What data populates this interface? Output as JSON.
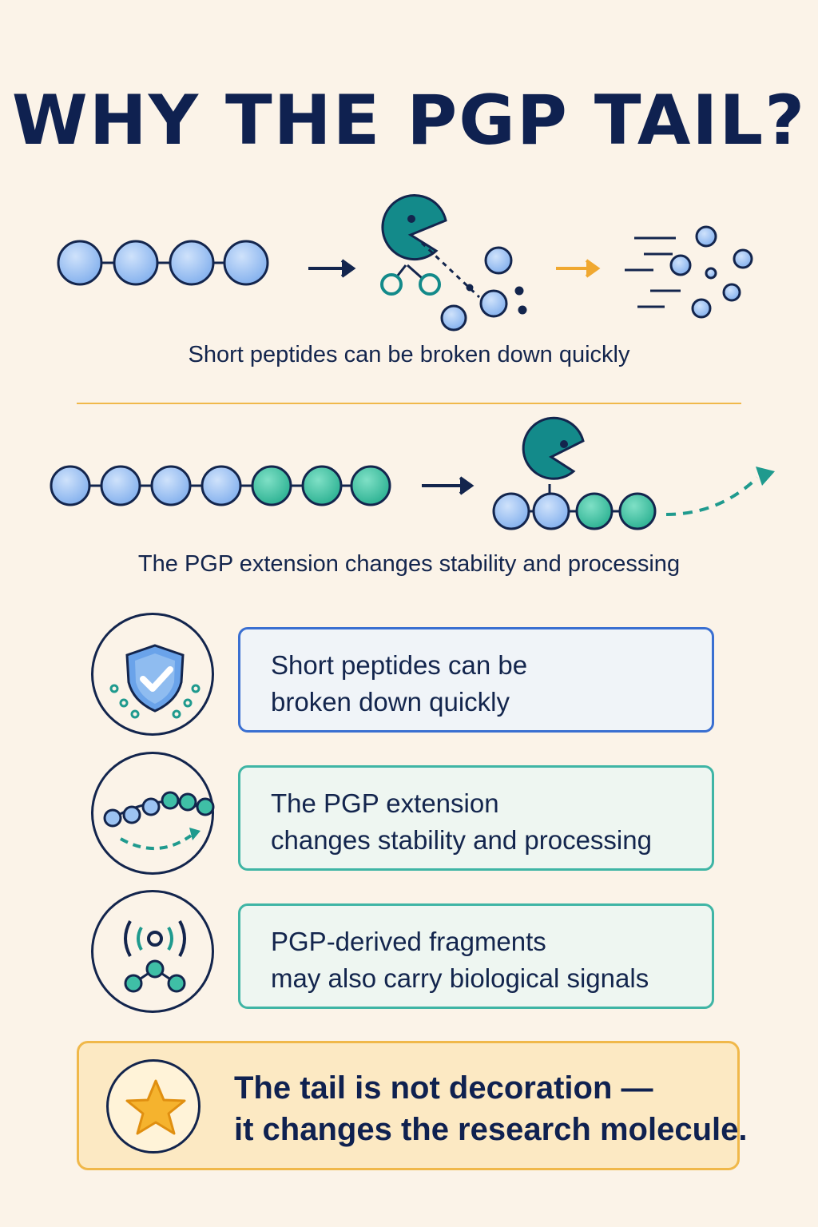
{
  "title": "WHY THE PGP TAIL?",
  "scene1": {
    "caption": "Short peptides can be broken down quickly"
  },
  "scene2": {
    "caption": "The PGP extension changes stability and processing"
  },
  "cards": [
    {
      "icon": "shield-check-icon",
      "style": "blue",
      "lines": [
        "Short peptides can be",
        "broken down quickly"
      ]
    },
    {
      "icon": "peptide-chain-arrow-icon",
      "style": "teal",
      "lines": [
        "The PGP extension",
        "changes stability and processing"
      ]
    },
    {
      "icon": "signal-molecule-icon",
      "style": "teal",
      "lines": [
        "PGP-derived fragments",
        "may also carry biological signals"
      ]
    }
  ],
  "banner": {
    "icon": "star-icon",
    "lines": [
      "The tail is not decoration —",
      "it changes the research molecule."
    ]
  },
  "colors": {
    "background": "#fbf3e8",
    "navy": "#13254d",
    "blue_bead": "#9cc3f2",
    "teal_bead": "#3fbfa6",
    "enzyme": "#138a8a",
    "accent_orange": "#f0a830",
    "card_blue_border": "#3a6fd1",
    "card_teal_border": "#3fb5a5",
    "banner_fill": "#fce9c3"
  }
}
